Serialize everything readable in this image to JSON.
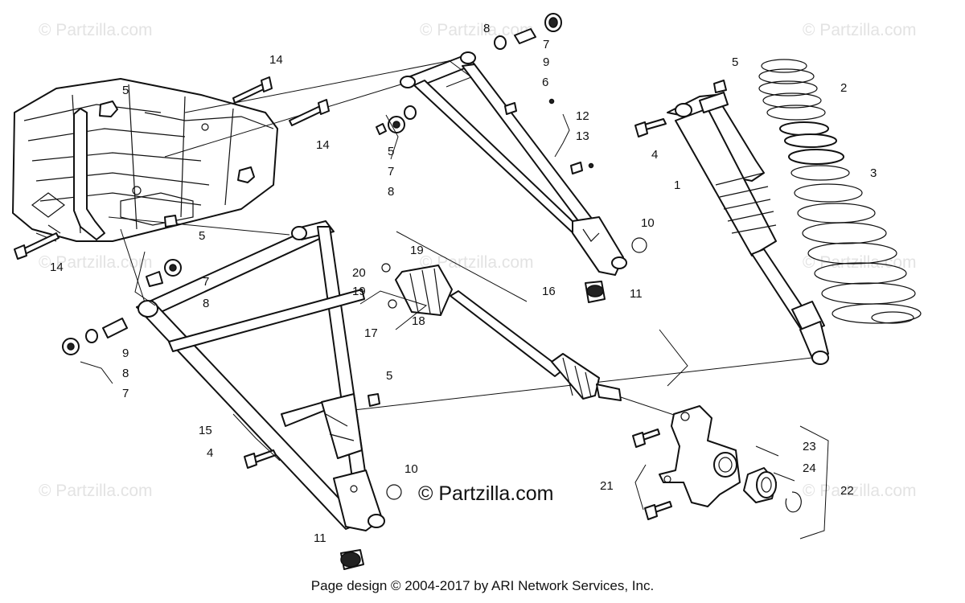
{
  "watermark": "© Partzilla.com",
  "center_watermark": "© Partzilla.com",
  "footer": "Page design © 2004-2017 by ARI Network Services, Inc.",
  "callouts": {
    "c1": "1",
    "c2": "2",
    "c3": "3",
    "c4a": "4",
    "c4b": "4",
    "c5a": "5",
    "c5b": "5",
    "c5c": "5",
    "c5d": "5",
    "c5e": "5",
    "c6": "6",
    "c7a": "7",
    "c7b": "7",
    "c7c": "7",
    "c7d": "7",
    "c8a": "8",
    "c8b": "8",
    "c8c": "8",
    "c8d": "8",
    "c9a": "9",
    "c9b": "9",
    "c10a": "10",
    "c10b": "10",
    "c11a": "11",
    "c11b": "11",
    "c12": "12",
    "c13": "13",
    "c14a": "14",
    "c14b": "14",
    "c14c": "14",
    "c15": "15",
    "c16": "16",
    "c17": "17",
    "c18": "18",
    "c19a": "19",
    "c19b": "19",
    "c20": "20",
    "c21": "21",
    "c22": "22",
    "c23": "23",
    "c24": "24"
  }
}
